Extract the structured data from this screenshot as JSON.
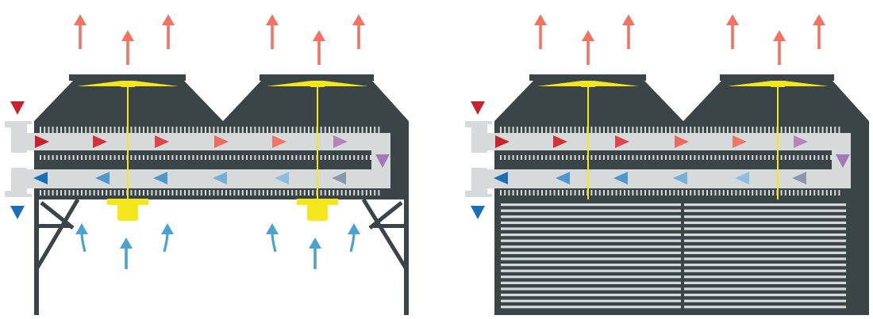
{
  "colors": {
    "housing": "#3b4447",
    "pipe": "#d6dadb",
    "fan": "#f4e71c",
    "motor": "#f4e71c",
    "exhaust_arrow": "#f07363",
    "intake_arrow": "#4aa3cf",
    "inlet_marker": "#c8232c",
    "outlet_marker": "#1a6fb5",
    "turn_marker": "#a17ab5",
    "louver_slat": "#d6dadb",
    "background": "#ffffff"
  },
  "upper_flow_colors": [
    "#c8232c",
    "#d8303a",
    "#e0444a",
    "#ee6a5c",
    "#ef7565",
    "#b884b8"
  ],
  "lower_flow_colors": [
    "#1a6fb5",
    "#4f97cc",
    "#4f97cc",
    "#76afd8",
    "#8fbcdf",
    "#8a98aa"
  ],
  "units": [
    {
      "id": "open-frame-cooler",
      "fans": 2,
      "louvered": false,
      "ambient_intake": true
    },
    {
      "id": "louvered-cooler",
      "fans": 2,
      "louvered": true,
      "ambient_intake": false
    }
  ],
  "icons": {
    "exhaust": "arrow-up-icon",
    "intake": "arrow-up-icon",
    "inlet": "triangle-down-icon",
    "outlet": "triangle-down-icon",
    "flow": "triangle-right-icon"
  }
}
